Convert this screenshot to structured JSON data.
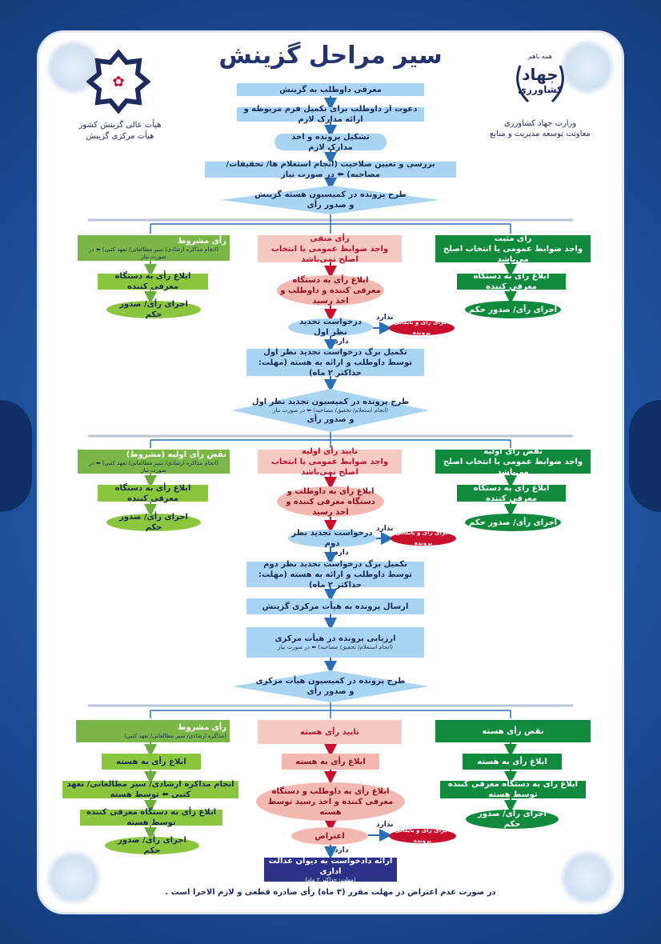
{
  "title": "سیر مراحل گزینش",
  "logo_right": {
    "top": "همه باهم",
    "name1": "جهاد",
    "name2": "کشاورزی",
    "line1": "وزارت جهاد کشاورزی",
    "line2": "معاونت توسعه مدیریت و منابع"
  },
  "logo_left": {
    "line1": "هیأت عالی گزینش کشور",
    "line2": "هیأت مرکزی گزینش"
  },
  "steps": {
    "s1": "معرفی داوطلب به گزینش",
    "s2": "دعوت از داوطلب برای تکمیل فرم مربوطه و ارائه مدارک لازم",
    "s3": "تشکیل پرونده و اخذ مدارک لازم",
    "s4": "بررسی و تعیین صلاحیت (انجام استعلام ها/ تحقیقات/ مصاحبه) ⬅ در صورت نیاز",
    "d1a": "طرح پرونده در کمیسیون هسته گزینش",
    "d1b": "و صدور رأی"
  },
  "sec1": {
    "left_title": "رأی مشروط",
    "left_sub": "(انجام مذاکره ارشادی/ سیر مطالعاتی/ تعهد کتبی) ⬅ در صورت نیاز",
    "left_b1": "ابلاغ رأی به دستگاه معرفی کننده",
    "left_b2": "اجرای رأی/ صدور حکم",
    "mid_title": "رأی منفی",
    "mid_sub": "واجد ضوابط عمومی یا انتخاب اصلح نمی‌باشد",
    "mid_e1": "ابلاغ رأی به دستگاه معرفی کننده و داوطلب و اخذ رسید",
    "mid_e2": "درخواست تجدید نظر اول",
    "no": "ندارد",
    "yes": "دارد",
    "exec_final": "اجرای رأی و بایگانی پرونده",
    "mid_b3": "تکمیل برگ درخواست تجدید نظر اول",
    "mid_b3b": "توسط داوطلب و ارائه به هسته (مهلت: حداکثر ۲ ماه)",
    "right_title": "رأی مثبت",
    "right_sub": "واجد ضوابط عمومی یا انتخاب اصلح می‌باشد",
    "right_b1": "ابلاغ رأی به دستگاه معرفی کننده",
    "right_b2": "اجرای رأی/ صدور حکم",
    "d2a": "طرح پرونده در کمیسیون تجدید نظر اول",
    "d2b": "(انجام استعلام/ تحقیق/ مصاحبه) ⬅ در صورت نیاز",
    "d2c": "و صدور رأی"
  },
  "sec2": {
    "left_title": "نقض رأی اولیه (مشروط)",
    "left_sub": "(انجام مذاکره ارشادی/ سیر مطالعاتی/ تعهد کتبی) ⬅ در صورت نیاز",
    "left_b1": "ابلاغ رأی به دستگاه معرفی کننده",
    "left_b2": "اجرای رأی/ صدور حکم",
    "mid_title": "تایید رأی اولیه",
    "mid_sub": "واجد ضوابط عمومی یا انتخاب اصلح نمی‌باشد",
    "mid_e1": "ابلاغ رأی به داوطلب و دستگاه معرفی کننده و اخذ رسید",
    "mid_e2": "درخواست تجدید نظر دوم",
    "no": "ندارد",
    "yes": "دارد",
    "exec_final": "اجرای رأی و بایگانی پرونده",
    "mid_b3": "تکمیل برگ درخواست تجدید نظر دوم",
    "mid_b3b": "توسط داوطلب و ارائه به هسته (مهلت: حداکثر ۲ ماه)",
    "mid_b4": "ارسال پرونده به هیأت مرکزی گزینش",
    "mid_b5": "ارزیابی پرونده در هیأت مرکزی",
    "mid_b5b": "(انجام استعلام/ تحقیق/ مصاحبه) ⬅ در صورت نیاز",
    "right_title": "نقض رأی اولیه",
    "right_sub": "واجد ضوابط عمومی یا انتخاب اصلح می‌باشد",
    "right_b1": "ابلاغ رأی به دستگاه معرفی کننده",
    "right_b2": "اجرای رأی/ صدور حکم",
    "d3a": "طرح پرونده در کمیسیون هیأت مرکزی",
    "d3b": "و صدور رأی"
  },
  "sec3": {
    "left_title": "رأی مشروط",
    "left_sub": "(مذاکره ارشادی/ سیر مطالعاتی/ تعهد کتبی)",
    "left_b1": "ابلاغ رأی به هسته",
    "left_b2": "انجام مذاکره ارشادی/ سیر مطالعاتی/ تعهد کتبی ⬅ توسط هسته",
    "left_b3": "ابلاغ رأی به دستگاه معرفی کننده توسط هسته",
    "left_b4": "اجرای رأی/ صدور حکم",
    "mid_title": "تایید رأی هسته",
    "mid_b1": "ابلاغ رأی به هسته",
    "mid_e1": "ابلاغ رأی به داوطلب و دستگاه معرفی کننده و اخذ رسید توسط هسته",
    "mid_e2": "اعتراض",
    "no": "ندارد",
    "yes": "دارد",
    "exec_final": "اجرای رأی و بایگانی پرونده",
    "mid_b3": "ارائه دادخواست به دیوان عدالت اداری",
    "mid_b3b": "(مهلت: حداکثر ۲ ماه)",
    "right_title": "نقض رأی هسته",
    "right_b1": "ابلاغ رأی به هسته",
    "right_b2": "ابلاغ رأی به دستگاه معرفی کننده توسط هسته",
    "right_b3": "اجرای رأی/ صدور حکم"
  },
  "footer": "در صورت عدم اعتراض در مهلت مقرر (۳ ماه) رأی صادره قطعی و لازم الاجرا است ."
}
